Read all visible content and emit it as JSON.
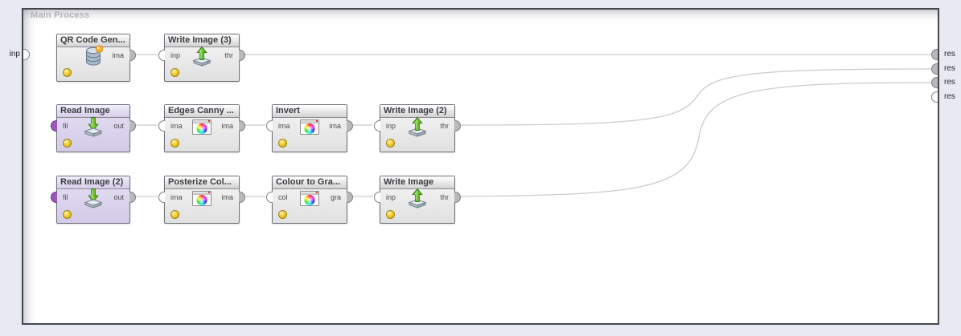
{
  "frame": {
    "label": "Main Process"
  },
  "left_ports": [
    {
      "label": "inp",
      "connected": false
    }
  ],
  "right_ports": [
    {
      "label": "res",
      "connected": true
    },
    {
      "label": "res",
      "connected": true
    },
    {
      "label": "res",
      "connected": true
    },
    {
      "label": "res",
      "connected": false
    }
  ],
  "operators": [
    {
      "title": "QR Code Gen...",
      "out_label": "ima",
      "icon": "database-icon",
      "status": "yellow"
    },
    {
      "title": "Write Image (3)",
      "in_label": "inp",
      "out_label": "thr",
      "icon": "write-image-icon",
      "status": "yellow"
    },
    {
      "title": "Read Image",
      "in_label": "fil",
      "out_label": "out",
      "icon": "read-image-icon",
      "status": "yellow"
    },
    {
      "title": "Edges Canny ...",
      "in_label": "ima",
      "out_label": "ima",
      "icon": "color-wheel-icon",
      "status": "yellow"
    },
    {
      "title": "Invert",
      "in_label": "ima",
      "out_label": "ima",
      "icon": "color-wheel-icon",
      "status": "yellow"
    },
    {
      "title": "Write Image (2)",
      "in_label": "inp",
      "out_label": "thr",
      "icon": "write-image-icon",
      "status": "yellow"
    },
    {
      "title": "Read Image (2)",
      "in_label": "fil",
      "out_label": "out",
      "icon": "read-image-icon",
      "status": "yellow"
    },
    {
      "title": "Posterize Col...",
      "in_label": "ima",
      "out_label": "ima",
      "icon": "color-wheel-icon",
      "status": "yellow"
    },
    {
      "title": "Colour to Gra...",
      "in_label": "col",
      "out_label": "gra",
      "icon": "color-wheel-icon",
      "status": "yellow"
    },
    {
      "title": "Write Image",
      "in_label": "inp",
      "out_label": "thr",
      "icon": "write-image-icon",
      "status": "yellow"
    }
  ],
  "connections": [
    {
      "from": "QR Code Gen... / ima",
      "to": "Write Image (3) / inp"
    },
    {
      "from": "Write Image (3) / thr",
      "to": "result 1 / res"
    },
    {
      "from": "Read Image / out",
      "to": "Edges Canny ... / ima"
    },
    {
      "from": "Edges Canny ... / ima",
      "to": "Invert / ima"
    },
    {
      "from": "Invert / ima",
      "to": "Write Image (2) / inp"
    },
    {
      "from": "Write Image (2) / thr",
      "to": "result 2 / res"
    },
    {
      "from": "Read Image (2) / out",
      "to": "Posterize Col... / ima"
    },
    {
      "from": "Posterize Col... / ima",
      "to": "Colour to Gra... / col"
    },
    {
      "from": "Colour to Gra... / gra",
      "to": "Write Image / inp"
    },
    {
      "from": "Write Image / thr",
      "to": "result 3 / res"
    }
  ],
  "colors": {
    "canvas_background": "#e7eaf3",
    "process_background": "#ffffff",
    "frame_border": "#45454e",
    "operator_grey": "#e9e9e9",
    "operator_purple": "#dcd5ec",
    "connection_line": "#cbcbcb",
    "status_light": "#f1cd2d",
    "file_port_purple": "#9a57bd"
  }
}
